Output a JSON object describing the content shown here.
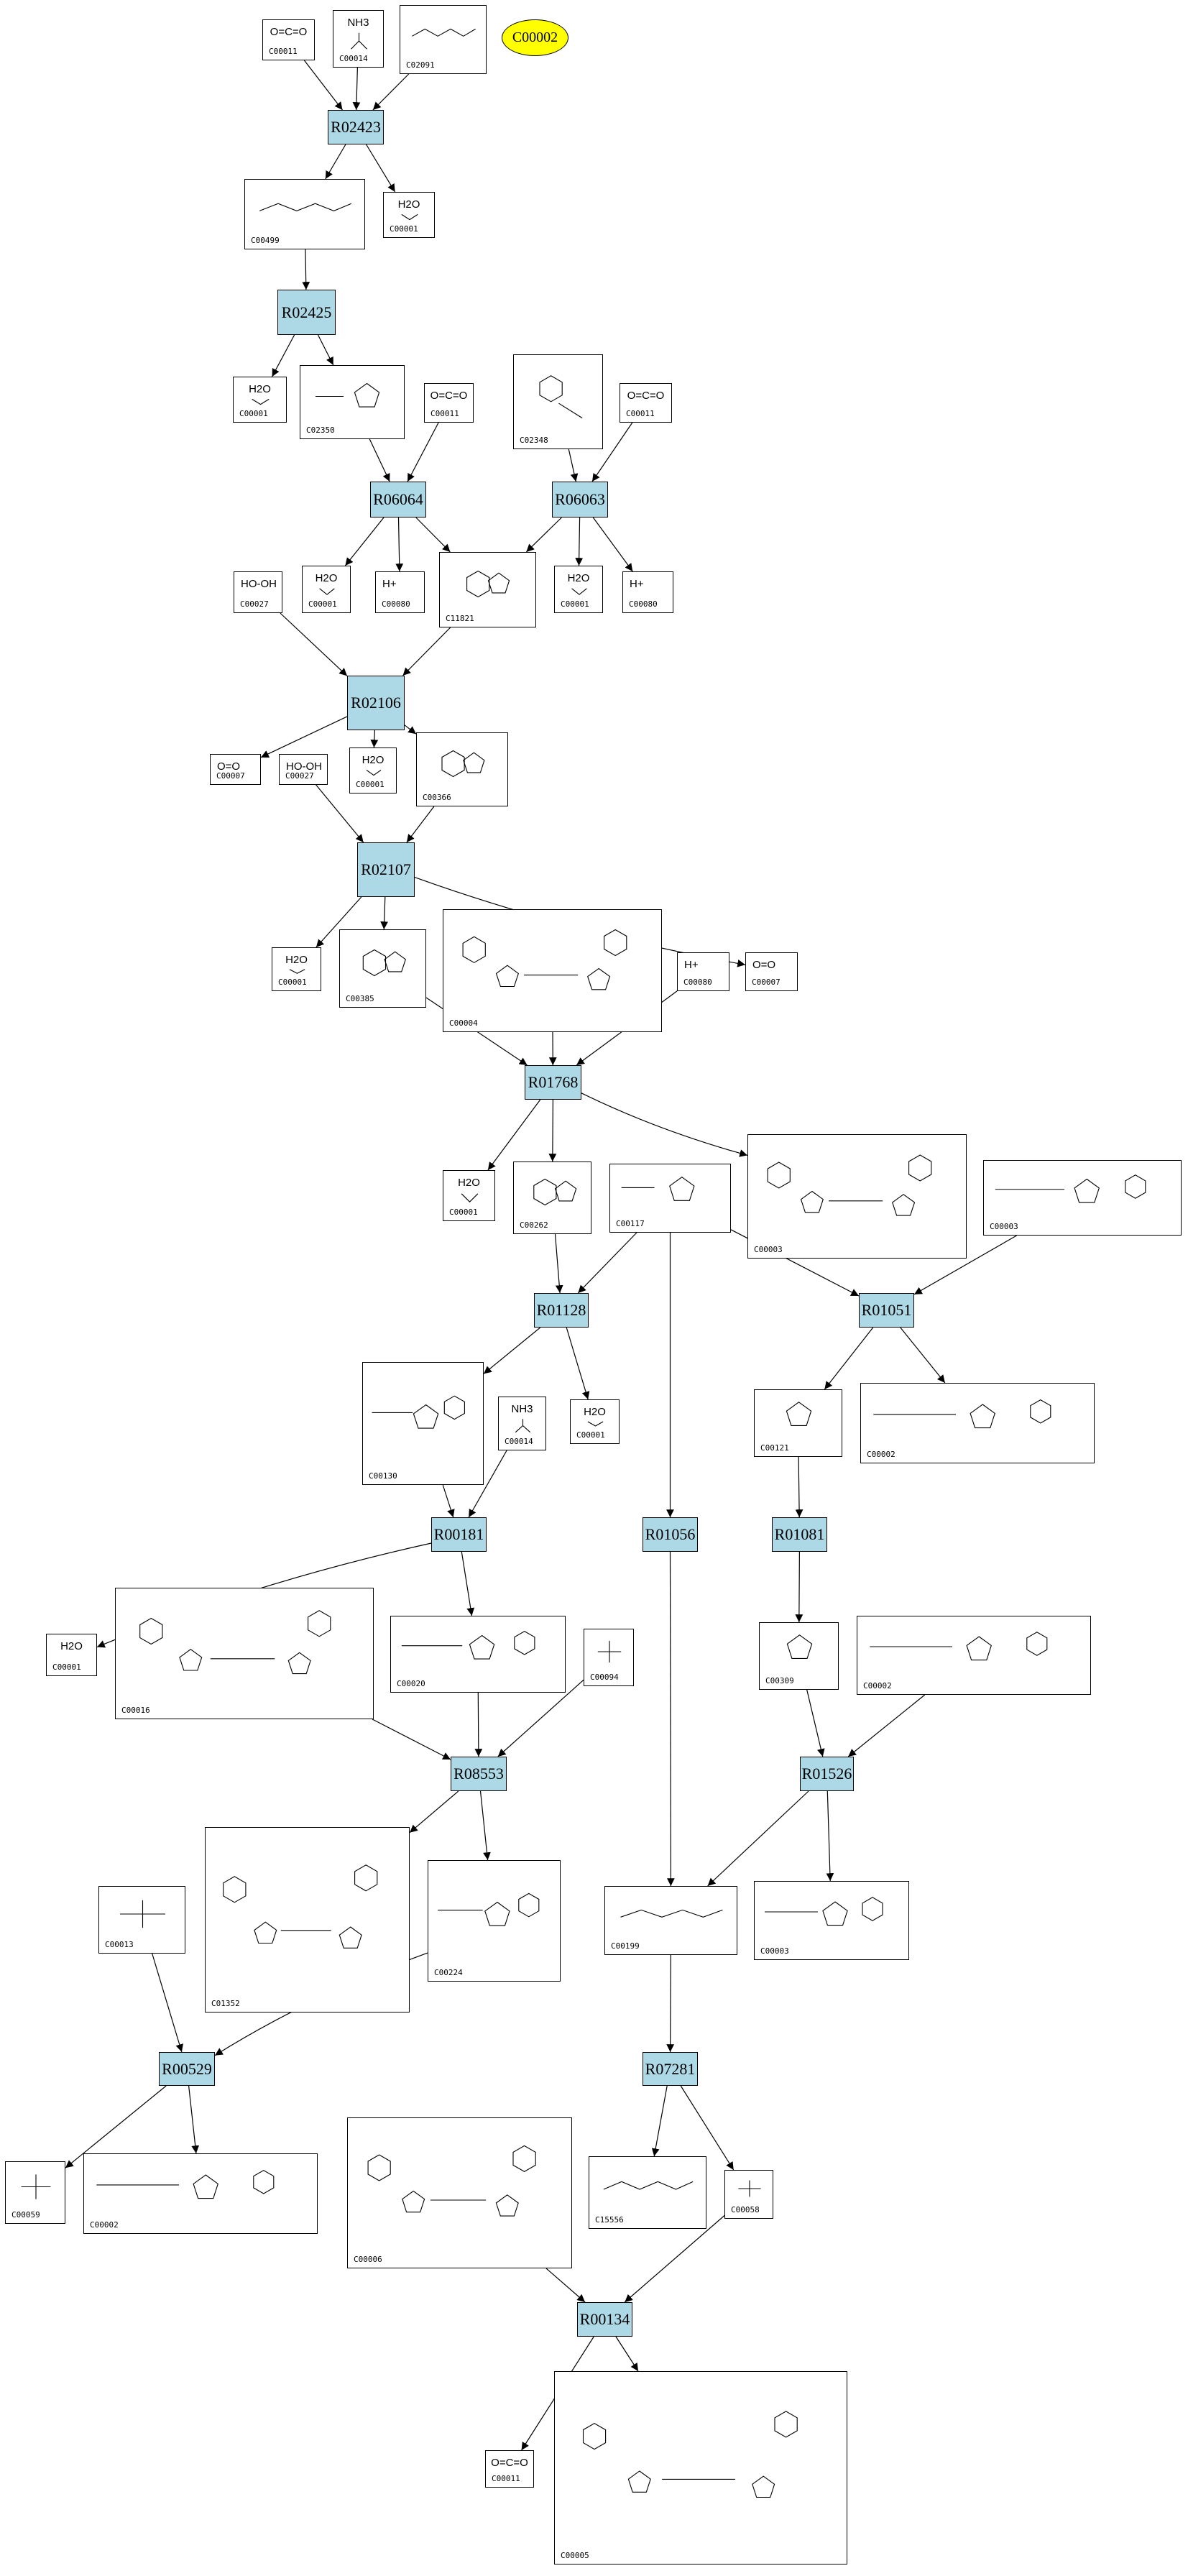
{
  "diagram": {
    "highlight_node": {
      "key": "hl_C00002",
      "label": "C00002",
      "color": "#ffff00"
    },
    "reaction_color": "#add8e6",
    "reactions": [
      {
        "key": "R02423",
        "label": "R02423"
      },
      {
        "key": "R02425",
        "label": "R02425"
      },
      {
        "key": "R06064",
        "label": "R06064"
      },
      {
        "key": "R06063",
        "label": "R06063"
      },
      {
        "key": "R02106",
        "label": "R02106"
      },
      {
        "key": "R02107",
        "label": "R02107"
      },
      {
        "key": "R01768",
        "label": "R01768"
      },
      {
        "key": "R01128",
        "label": "R01128"
      },
      {
        "key": "R01051",
        "label": "R01051"
      },
      {
        "key": "R00181",
        "label": "R00181"
      },
      {
        "key": "R01056",
        "label": "R01056"
      },
      {
        "key": "R01081",
        "label": "R01081"
      },
      {
        "key": "R08553",
        "label": "R08553"
      },
      {
        "key": "R01526",
        "label": "R01526"
      },
      {
        "key": "R00529",
        "label": "R00529"
      },
      {
        "key": "R07281",
        "label": "R07281"
      },
      {
        "key": "R00134",
        "label": "R00134"
      }
    ],
    "compounds": [
      {
        "key": "c1",
        "id": "C00011",
        "formula": "O=C=O",
        "mol": "co2"
      },
      {
        "key": "c2",
        "id": "C00014",
        "formula": "NH3",
        "mol": "nh3"
      },
      {
        "key": "c3",
        "id": "C02091",
        "formula": "",
        "mol": "chain"
      },
      {
        "key": "c4",
        "id": "C00499",
        "formula": "",
        "mol": "chain"
      },
      {
        "key": "c5",
        "id": "C00001",
        "formula": "H2O",
        "mol": "h2o"
      },
      {
        "key": "c6",
        "id": "C00001",
        "formula": "H2O",
        "mol": "h2o"
      },
      {
        "key": "c7",
        "id": "C02350",
        "formula": "",
        "mol": "ring5"
      },
      {
        "key": "c8",
        "id": "C00011",
        "formula": "O=C=O",
        "mol": "co2"
      },
      {
        "key": "c9",
        "id": "C02348",
        "formula": "",
        "mol": "ring6"
      },
      {
        "key": "c10",
        "id": "C00011",
        "formula": "O=C=O",
        "mol": "co2"
      },
      {
        "key": "c11",
        "id": "C00027",
        "formula": "HO-OH",
        "mol": "text"
      },
      {
        "key": "c12",
        "id": "C00001",
        "formula": "H2O",
        "mol": "h2o"
      },
      {
        "key": "c13",
        "id": "C00080",
        "formula": "H+",
        "mol": "text"
      },
      {
        "key": "c14",
        "id": "C11821",
        "formula": "",
        "mol": "purine"
      },
      {
        "key": "c15",
        "id": "C00001",
        "formula": "H2O",
        "mol": "h2o"
      },
      {
        "key": "c16",
        "id": "C00080",
        "formula": "H+",
        "mol": "text"
      },
      {
        "key": "c17",
        "id": "C00007",
        "formula": "O=O",
        "mol": "text"
      },
      {
        "key": "c18",
        "id": "C00027",
        "formula": "HO-OH",
        "mol": "text"
      },
      {
        "key": "c19",
        "id": "C00001",
        "formula": "H2O",
        "mol": "h2o"
      },
      {
        "key": "c20",
        "id": "C00366",
        "formula": "",
        "mol": "purine"
      },
      {
        "key": "c21",
        "id": "C00001",
        "formula": "H2O",
        "mol": "h2o"
      },
      {
        "key": "c22",
        "id": "C00385",
        "formula": "",
        "mol": "purine"
      },
      {
        "key": "c23",
        "id": "C00004",
        "formula": "",
        "mol": "dinuc"
      },
      {
        "key": "c24",
        "id": "C00080",
        "formula": "H+",
        "mol": "text"
      },
      {
        "key": "c25",
        "id": "C00007",
        "formula": "O=O",
        "mol": "text"
      },
      {
        "key": "c26",
        "id": "C00001",
        "formula": "H2O",
        "mol": "h2o"
      },
      {
        "key": "c27",
        "id": "C00262",
        "formula": "",
        "mol": "purine"
      },
      {
        "key": "c28",
        "id": "C00117",
        "formula": "",
        "mol": "sugarp"
      },
      {
        "key": "c29",
        "id": "C00003",
        "formula": "",
        "mol": "dinuc"
      },
      {
        "key": "c30",
        "id": "C00003",
        "formula": "",
        "mol": "nucleotide"
      },
      {
        "key": "c31",
        "id": "C00130",
        "formula": "",
        "mol": "nucleotide"
      },
      {
        "key": "c32",
        "id": "C00014",
        "formula": "NH3",
        "mol": "nh3"
      },
      {
        "key": "c33",
        "id": "C00001",
        "formula": "H2O",
        "mol": "h2o"
      },
      {
        "key": "c34",
        "id": "C00121",
        "formula": "",
        "mol": "sugar"
      },
      {
        "key": "c35",
        "id": "C00002",
        "formula": "",
        "mol": "nucleotide"
      },
      {
        "key": "c36",
        "id": "C00001",
        "formula": "H2O",
        "mol": "h2o"
      },
      {
        "key": "c37",
        "id": "C00016",
        "formula": "",
        "mol": "dinuc"
      },
      {
        "key": "c38",
        "id": "C00020",
        "formula": "",
        "mol": "nucleotide"
      },
      {
        "key": "c39",
        "id": "C00094",
        "formula": "",
        "mol": "small"
      },
      {
        "key": "c40",
        "id": "C00309",
        "formula": "",
        "mol": "sugar"
      },
      {
        "key": "c41",
        "id": "C00002",
        "formula": "",
        "mol": "nucleotide"
      },
      {
        "key": "c42",
        "id": "C01352",
        "formula": "",
        "mol": "dinuc"
      },
      {
        "key": "c43",
        "id": "C00224",
        "formula": "",
        "mol": "nucleotide"
      },
      {
        "key": "c44",
        "id": "C00013",
        "formula": "",
        "mol": "small"
      },
      {
        "key": "c45",
        "id": "C00199",
        "formula": "",
        "mol": "chain"
      },
      {
        "key": "c46",
        "id": "C00003",
        "formula": "",
        "mol": "nucleotide"
      },
      {
        "key": "c47",
        "id": "C00059",
        "formula": "",
        "mol": "small"
      },
      {
        "key": "c48",
        "id": "C00002",
        "formula": "",
        "mol": "nucleotide"
      },
      {
        "key": "c49",
        "id": "C00006",
        "formula": "",
        "mol": "dinuc"
      },
      {
        "key": "c50",
        "id": "C15556",
        "formula": "",
        "mol": "chain"
      },
      {
        "key": "c51",
        "id": "C00058",
        "formula": "",
        "mol": "small"
      },
      {
        "key": "c52",
        "id": "C00011",
        "formula": "O=C=O",
        "mol": "co2"
      },
      {
        "key": "c53",
        "id": "C00005",
        "formula": "",
        "mol": "dinuc"
      }
    ],
    "edges": [
      [
        "c1",
        "R02423"
      ],
      [
        "c2",
        "R02423"
      ],
      [
        "c3",
        "R02423"
      ],
      [
        "R02423",
        "c4"
      ],
      [
        "R02423",
        "c5"
      ],
      [
        "c4",
        "R02425"
      ],
      [
        "R02425",
        "c6"
      ],
      [
        "R02425",
        "c7"
      ],
      [
        "c7",
        "R06064"
      ],
      [
        "c8",
        "R06064"
      ],
      [
        "c9",
        "R06063"
      ],
      [
        "c10",
        "R06063"
      ],
      [
        "R06064",
        "c12"
      ],
      [
        "R06064",
        "c13"
      ],
      [
        "R06064",
        "c14"
      ],
      [
        "R06063",
        "c14"
      ],
      [
        "R06063",
        "c15"
      ],
      [
        "R06063",
        "c16"
      ],
      [
        "c11",
        "R02106"
      ],
      [
        "c14",
        "R02106"
      ],
      [
        "R02106",
        "c17"
      ],
      [
        "R02106",
        "c19"
      ],
      [
        "R02106",
        "c20"
      ],
      [
        "c18",
        "R02107"
      ],
      [
        "c20",
        "R02107"
      ],
      [
        "R02107",
        "c21"
      ],
      [
        "R02107",
        "c22"
      ],
      [
        "R02107",
        "c25"
      ],
      [
        "c22",
        "R01768"
      ],
      [
        "c23",
        "R01768"
      ],
      [
        "c24",
        "R01768"
      ],
      [
        "R01768",
        "c26"
      ],
      [
        "R01768",
        "c27"
      ],
      [
        "R01768",
        "c29"
      ],
      [
        "c27",
        "R01128"
      ],
      [
        "c28",
        "R01128"
      ],
      [
        "c28",
        "R01051"
      ],
      [
        "c30",
        "R01051"
      ],
      [
        "c28",
        "R01056"
      ],
      [
        "R01128",
        "c31"
      ],
      [
        "R01128",
        "c33"
      ],
      [
        "R01051",
        "c34"
      ],
      [
        "R01051",
        "c35"
      ],
      [
        "c31",
        "R00181"
      ],
      [
        "c32",
        "R00181"
      ],
      [
        "c34",
        "R01081"
      ],
      [
        "R00181",
        "c36"
      ],
      [
        "R00181",
        "c38"
      ],
      [
        "c37",
        "R08553"
      ],
      [
        "c38",
        "R08553"
      ],
      [
        "c39",
        "R08553"
      ],
      [
        "R01081",
        "c40"
      ],
      [
        "c40",
        "R01526"
      ],
      [
        "c41",
        "R01526"
      ],
      [
        "R08553",
        "c42"
      ],
      [
        "R08553",
        "c43"
      ],
      [
        "R01526",
        "c45"
      ],
      [
        "R01526",
        "c46"
      ],
      [
        "R01056",
        "c45"
      ],
      [
        "c44",
        "R00529"
      ],
      [
        "c43",
        "R00529"
      ],
      [
        "c45",
        "R07281"
      ],
      [
        "R00529",
        "c47"
      ],
      [
        "R00529",
        "c48"
      ],
      [
        "R07281",
        "c50"
      ],
      [
        "R07281",
        "c51"
      ],
      [
        "c49",
        "R00134"
      ],
      [
        "c51",
        "R00134"
      ],
      [
        "R00134",
        "c52"
      ],
      [
        "R00134",
        "c53"
      ]
    ]
  }
}
